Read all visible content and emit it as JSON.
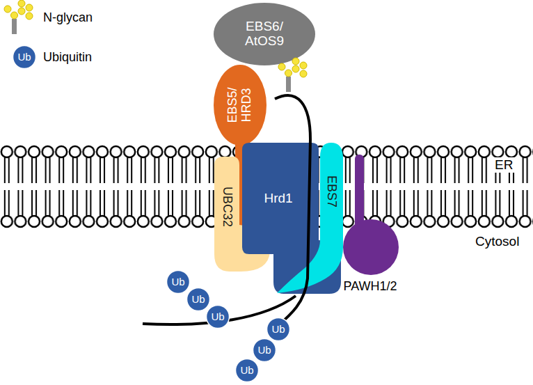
{
  "diagram": {
    "nodes": [
      {
        "text": [
          "Ub"
        ]
      },
      {
        "text": [
          "EBS6/ AtOS9"
        ]
      },
      {
        "text": [
          "EBS5/ HRD3"
        ]
      },
      {
        "text": [
          "UBC32"
        ]
      },
      {
        "text": [
          "Hrd1"
        ]
      },
      {
        "text": [
          "EBS7"
        ]
      },
      {
        "text": [
          "PAWH1/2"
        ]
      },
      {
        "text": [
          "Ub"
        ]
      },
      {
        "text": [
          "Ub"
        ]
      },
      {
        "text": [
          "Ub"
        ]
      },
      {
        "text": [
          "Ub"
        ]
      },
      {
        "text": [
          "Ub"
        ]
      },
      {
        "text": [
          "Ub"
        ]
      }
    ],
    "labels": [
      "ER",
      "Cytosol"
    ],
    "legend": [
      {
        "text": "N-glycan"
      },
      {
        "text": "Ubiquitin"
      }
    ]
  }
}
